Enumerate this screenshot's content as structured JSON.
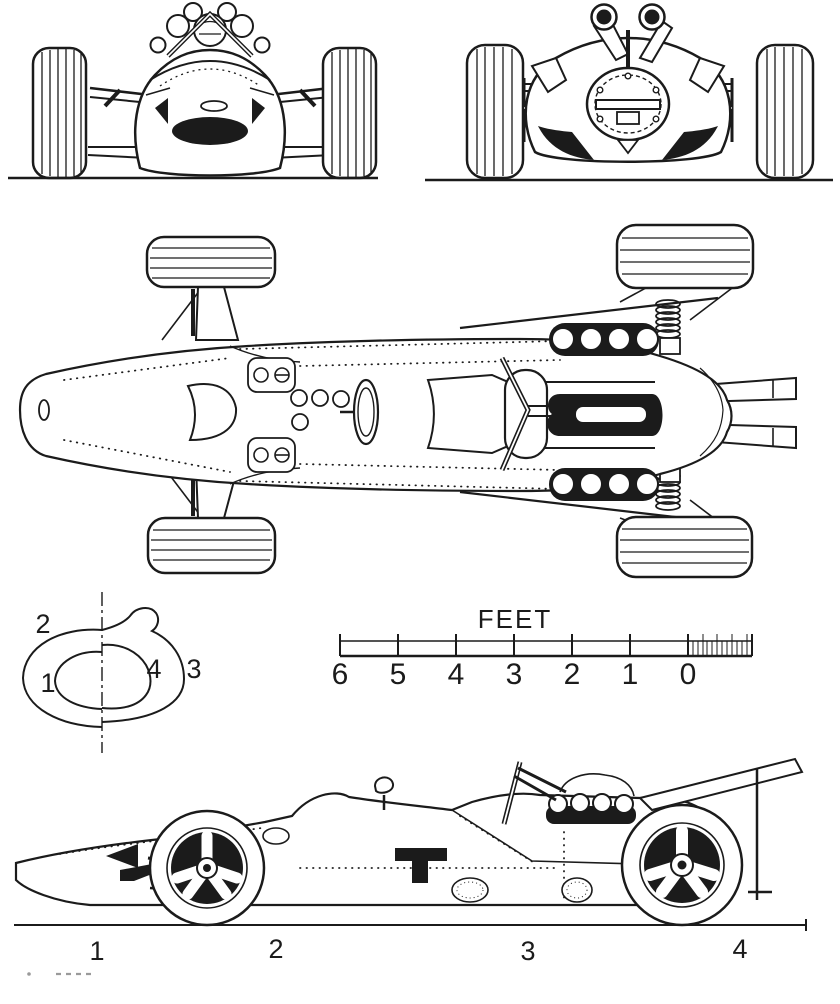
{
  "palette": {
    "ink": "#1b1b1b",
    "paper": "#ffffff",
    "faint": "#9a9a9a"
  },
  "scale_bar": {
    "title": "FEET",
    "tick_labels": [
      "6",
      "5",
      "4",
      "3",
      "2",
      "1",
      "0"
    ]
  },
  "cross_sections": {
    "labels": [
      "1",
      "2",
      "3",
      "4"
    ]
  },
  "side_view": {
    "station_labels": [
      "1",
      "2",
      "3",
      "4"
    ]
  }
}
